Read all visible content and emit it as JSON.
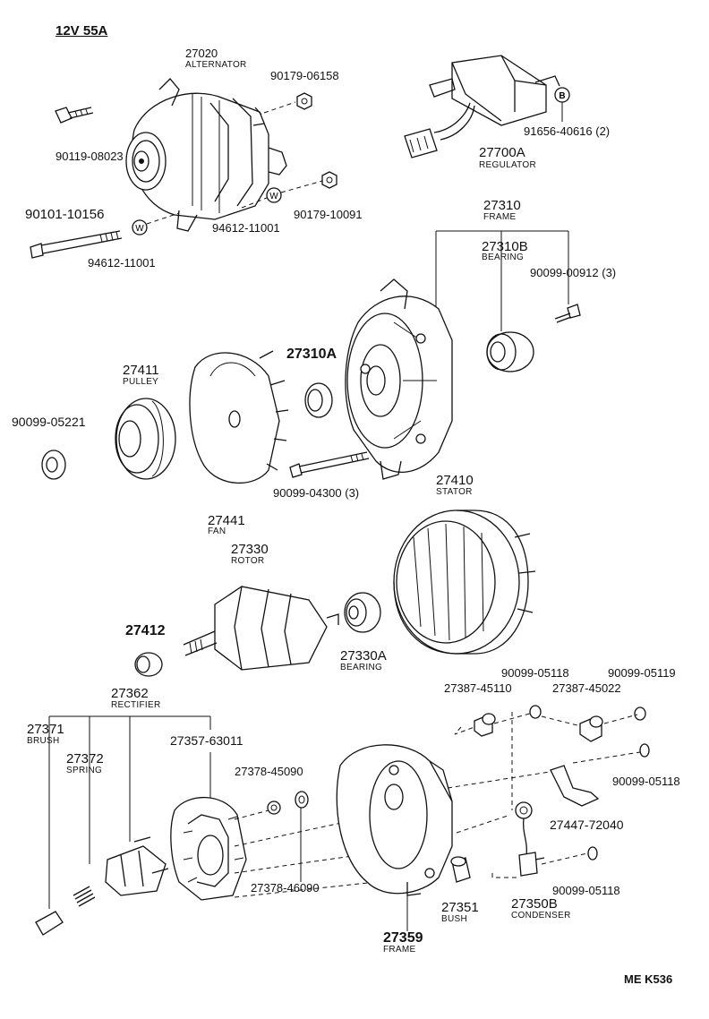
{
  "header": {
    "title": "12V 55A"
  },
  "footer": {
    "code": "ME K536"
  },
  "badges": {
    "washer": "W",
    "bolt_b": "B"
  },
  "parts": [
    {
      "id": "alternator",
      "number": "27020",
      "name": "ALTERNATOR"
    },
    {
      "id": "nut-06158",
      "number": "90179-06158",
      "name": ""
    },
    {
      "id": "bolt-08023",
      "number": "90119-08023",
      "name": ""
    },
    {
      "id": "bolt-10156",
      "number": "90101-10156",
      "name": ""
    },
    {
      "id": "washer-11001-a",
      "number": "94612-11001",
      "name": ""
    },
    {
      "id": "washer-11001-b",
      "number": "94612-11001",
      "name": ""
    },
    {
      "id": "nut-10091",
      "number": "90179-10091",
      "name": ""
    },
    {
      "id": "regulator",
      "number": "27700A",
      "name": "REGULATOR"
    },
    {
      "id": "screw-40616",
      "number": "91656-40616 (2)",
      "name": ""
    },
    {
      "id": "frame-27310",
      "number": "27310",
      "name": "FRAME"
    },
    {
      "id": "bearing-27310b",
      "number": "27310B",
      "name": "BEARING"
    },
    {
      "id": "screw-00912",
      "number": "90099-00912 (3)",
      "name": ""
    },
    {
      "id": "retainer-27310a",
      "number": "27310A",
      "name": ""
    },
    {
      "id": "pulley",
      "number": "27411",
      "name": "PULLEY"
    },
    {
      "id": "nut-05221",
      "number": "90099-05221",
      "name": ""
    },
    {
      "id": "fan",
      "number": "27441",
      "name": "FAN"
    },
    {
      "id": "screw-04300",
      "number": "90099-04300 (3)",
      "name": ""
    },
    {
      "id": "stator",
      "number": "27410",
      "name": "STATOR"
    },
    {
      "id": "rotor",
      "number": "27330",
      "name": "ROTOR"
    },
    {
      "id": "collar-27412",
      "number": "27412",
      "name": ""
    },
    {
      "id": "bearing-27330a",
      "number": "27330A",
      "name": "BEARING"
    },
    {
      "id": "rectifier",
      "number": "27362",
      "name": "RECTIFIER"
    },
    {
      "id": "brush",
      "number": "27371",
      "name": "BRUSH"
    },
    {
      "id": "spring",
      "number": "27372",
      "name": "SPRING"
    },
    {
      "id": "holder-63011",
      "number": "27357-63011",
      "name": ""
    },
    {
      "id": "insulator-45090",
      "number": "27378-45090",
      "name": ""
    },
    {
      "id": "insulator-46090",
      "number": "27378-46090",
      "name": ""
    },
    {
      "id": "insulator-45110",
      "number": "27387-45110",
      "name": ""
    },
    {
      "id": "washer-05118-a",
      "number": "90099-05118",
      "name": ""
    },
    {
      "id": "insulator-45022",
      "number": "27387-45022",
      "name": ""
    },
    {
      "id": "washer-05119",
      "number": "90099-05119",
      "name": ""
    },
    {
      "id": "washer-05118-b",
      "number": "90099-05118",
      "name": ""
    },
    {
      "id": "plate-72040",
      "number": "27447-72040",
      "name": ""
    },
    {
      "id": "washer-05118-c",
      "number": "90099-05118",
      "name": ""
    },
    {
      "id": "bush",
      "number": "27351",
      "name": "BUSH"
    },
    {
      "id": "condenser",
      "number": "27350B",
      "name": "CONDENSER"
    },
    {
      "id": "frame-27359",
      "number": "27359",
      "name": "FRAME"
    }
  ]
}
